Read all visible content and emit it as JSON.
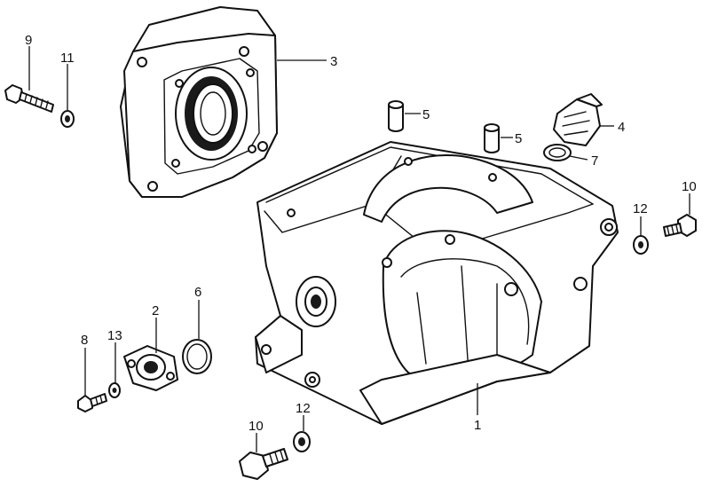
{
  "callouts": {
    "c1": "1",
    "c2": "2",
    "c3": "3",
    "c4": "4",
    "c5a": "5",
    "c5b": "5",
    "c6": "6",
    "c7": "7",
    "c8": "8",
    "c9": "9",
    "c10a": "10",
    "c10b": "10",
    "c11": "11",
    "c12a": "12",
    "c12b": "12",
    "c13": "13"
  }
}
